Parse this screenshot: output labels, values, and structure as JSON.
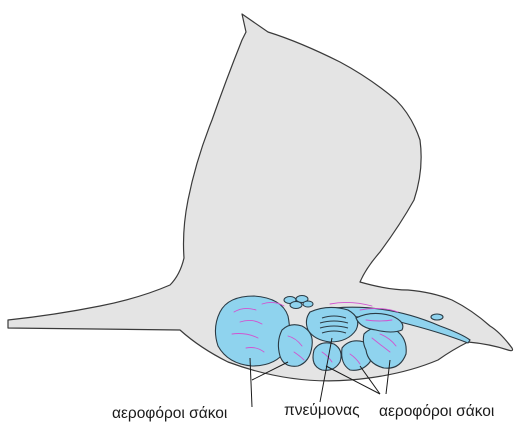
{
  "labels": {
    "left_air_sacs": "αεροφόροι σάκοι",
    "lung": "πνεύμονας",
    "right_air_sacs": "αεροφόροι σάκοι"
  },
  "colors": {
    "body_fill": "#e4e4e4",
    "outline": "#3a3a3a",
    "air_sac_fill": "#8fd3ee",
    "air_sac_stroke": "#2a3a44",
    "vessels": "#d054d0",
    "pointer_lines": "#1a1a1a"
  }
}
